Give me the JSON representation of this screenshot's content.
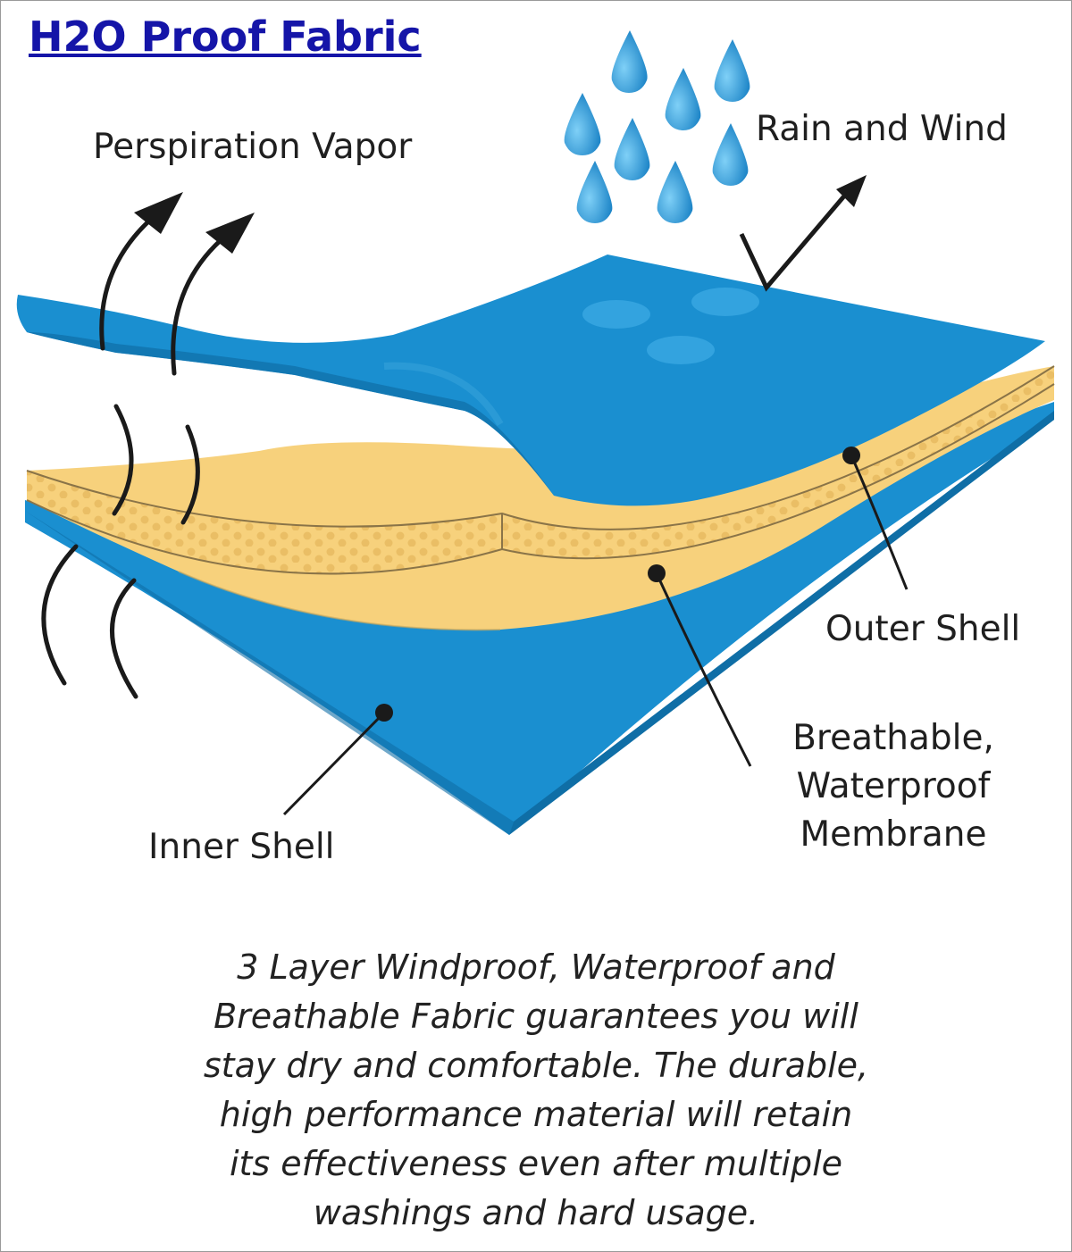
{
  "title": "H2O Proof Fabric",
  "labels": {
    "perspiration": "Perspiration Vapor",
    "rain": "Rain and Wind",
    "outer_shell": "Outer Shell",
    "membrane": [
      "Breathable,",
      "Waterproof",
      "Membrane"
    ],
    "inner_shell": "Inner Shell"
  },
  "caption": [
    "3 Layer Windproof, Waterproof and",
    "Breathable Fabric guarantees you will",
    "stay dry and comfortable. The durable,",
    "high performance material will retain",
    "its effectiveness even after multiple",
    "washings and hard usage."
  ],
  "colors": {
    "fabric_blue": "#1a8fd0",
    "fabric_blue_dark": "#0f6ea6",
    "membrane_yellow": "#f7d17c",
    "membrane_dots": "#e8bc62",
    "title_blue": "#1515a8",
    "line": "#1a1a1a"
  }
}
